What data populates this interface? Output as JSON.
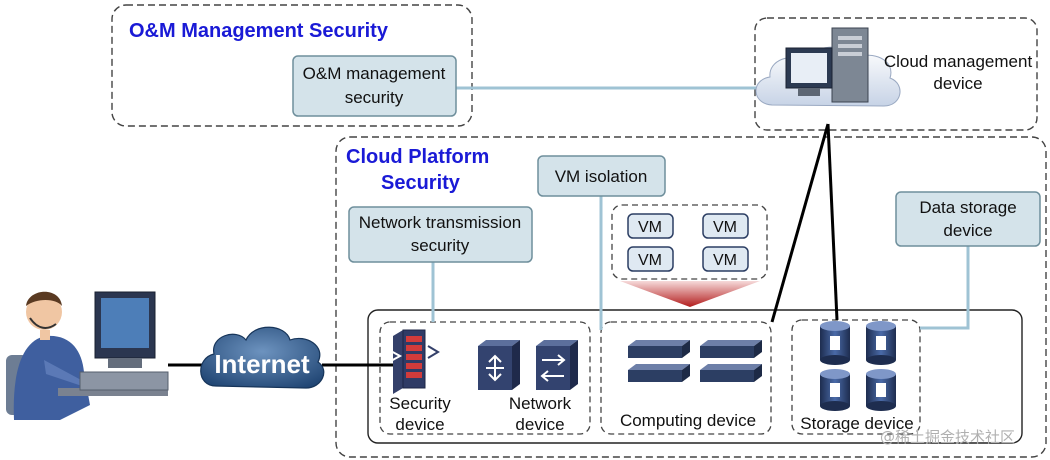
{
  "titles": {
    "om_management": "O&M Management Security",
    "cloud_platform_line1": "Cloud Platform",
    "cloud_platform_line2": "Security"
  },
  "boxes": {
    "om_security_line1": "O&M management",
    "om_security_line2": "security",
    "vm_isolation": "VM isolation",
    "network_transmission_line1": "Network transmission",
    "network_transmission_line2": "security",
    "data_storage_line1": "Data storage",
    "data_storage_line2": "device"
  },
  "devices": {
    "cloud_management_line1": "Cloud management",
    "cloud_management_line2": "device",
    "security_line1": "Security",
    "security_line2": "device",
    "network_line1": "Network",
    "network_line2": "device",
    "computing": "Computing device",
    "storage": "Storage device",
    "internet": "Internet"
  },
  "vms": [
    "VM",
    "VM",
    "VM",
    "VM"
  ],
  "watermark": "@稀土掘金技术社区",
  "colors": {
    "title_blue": "#1a1ad6",
    "box_fill": "#d4e3ea",
    "box_stroke": "#6f8f9c",
    "link_line": "#9fc3d4",
    "internet_blue": "#2f5d8a",
    "device_dark": "#2c3e63"
  }
}
